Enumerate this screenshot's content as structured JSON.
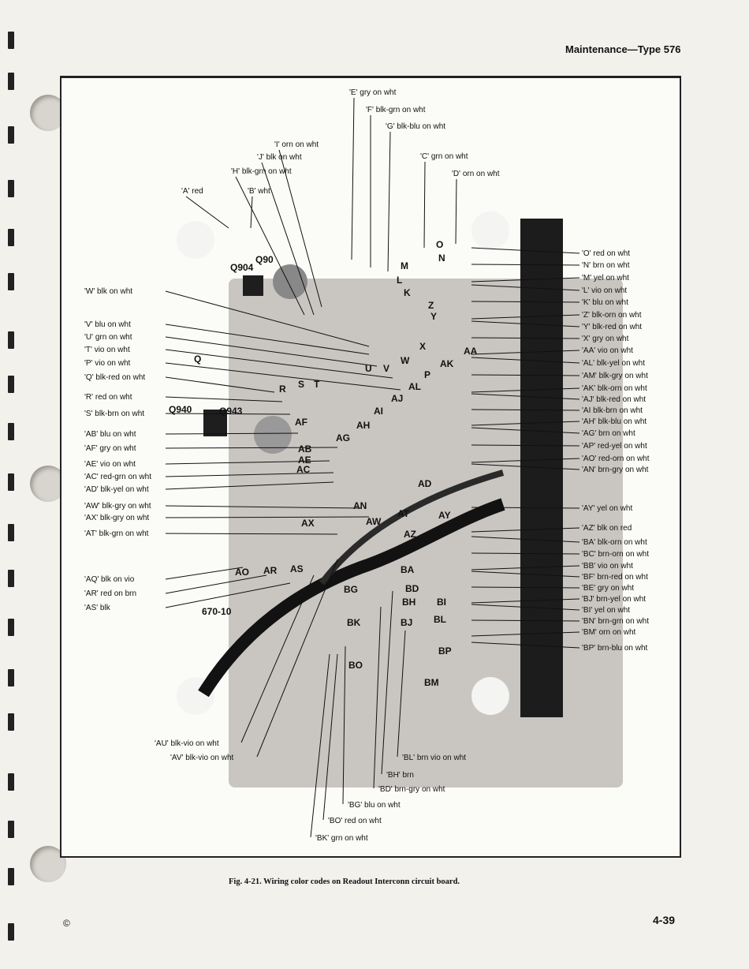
{
  "header": {
    "running_title": "Maintenance—Type 576"
  },
  "figure": {
    "caption": "Fig. 4-21. Wiring color codes on Readout Interconn circuit board.",
    "top_labels": [
      "'E' gry on wht",
      "'F' blk-grn on wht",
      "'G' blk-blu on wht",
      "'I' orn on wht",
      "'J' blk on wht",
      "'H' blk-grn on wht",
      "'C' grn on wht",
      "'D' orn on wht",
      "'A' red",
      "'B' wht"
    ],
    "left_labels": [
      "'W' blk on wht",
      "'V' blu on wht",
      "'U' grn on wht",
      "'T' vio on wht",
      "'P' vio on wht",
      "'Q' blk-red on wht",
      "'R' red on wht",
      "'S' blk-brn on wht",
      "'AB' blu on wht",
      "'AF' gry on wht",
      "'AE' vio on wht",
      "'AC' red-grn on wht",
      "'AD' blk-yel on wht",
      "'AW' blk-gry on wht",
      "'AX' blk-gry on wht",
      "'AT' blk-grn on wht",
      "'AQ' blk on vio",
      "'AR' red on brn",
      "'AS' blk"
    ],
    "right_labels": [
      "'O' red on wht",
      "'N' brn on wht",
      "'M' yel on wht",
      "'L' vio on wht",
      "'K' blu on wht",
      "'Z' blk-orn on wht",
      "'Y' blk-red on wht",
      "'X' gry on wht",
      "'AA' vio on wht",
      "'AL' blk-yel on wht",
      "'AM' blk-gry on wht",
      "'AK' blk-orn on wht",
      "'AJ' blk-red on wht",
      "'AI blk-brn on wht",
      "'AH' blk-blu on wht",
      "'AG' brn on wht",
      "'AP' red-yel on wht",
      "'AO' red-orn on wht",
      "'AN' brn-gry on wht",
      "'AY' yel on wht",
      "'AZ' blk on red",
      "'BA' blk-orn on wht",
      "'BC' brn-orn on wht",
      "'BB' vio on wht",
      "'BF' brn-red on wht",
      "'BE' gry on wht",
      "'BJ' brn-yel on wht",
      "'BI' yel on wht",
      "'BN' brn-grn on wht",
      "'BM' orn on wht",
      "'BP' brn-blu on wht"
    ],
    "bottom_labels": [
      "'AU' blk-vio on wht",
      "'AV' blk-vio on wht",
      "'BL' brn vio on wht",
      "'BH' brn",
      "'BD' brn-gry on wht",
      "'BG' blu on wht",
      "'BO' red on wht",
      "'BK' grn on wht"
    ],
    "board_marks": [
      "Q904",
      "Q90",
      "Q940",
      "Q943",
      "670-10",
      "O",
      "N",
      "M",
      "L",
      "K",
      "Z",
      "Y",
      "X",
      "AA",
      "W",
      "V",
      "U",
      "T",
      "S",
      "R",
      "Q",
      "P",
      "AK",
      "AL",
      "AJ",
      "AI",
      "AH",
      "AG",
      "AF",
      "AB",
      "AE",
      "AC",
      "AD",
      "AN",
      "AW",
      "AX",
      "AT",
      "AY",
      "AZ",
      "BA",
      "BD",
      "BH",
      "BI",
      "BJ",
      "BL",
      "BM",
      "BG",
      "BK",
      "BO",
      "BP",
      "AO",
      "AR",
      "AS"
    ]
  },
  "footer": {
    "page_number": "4-39",
    "copyright": "©"
  }
}
